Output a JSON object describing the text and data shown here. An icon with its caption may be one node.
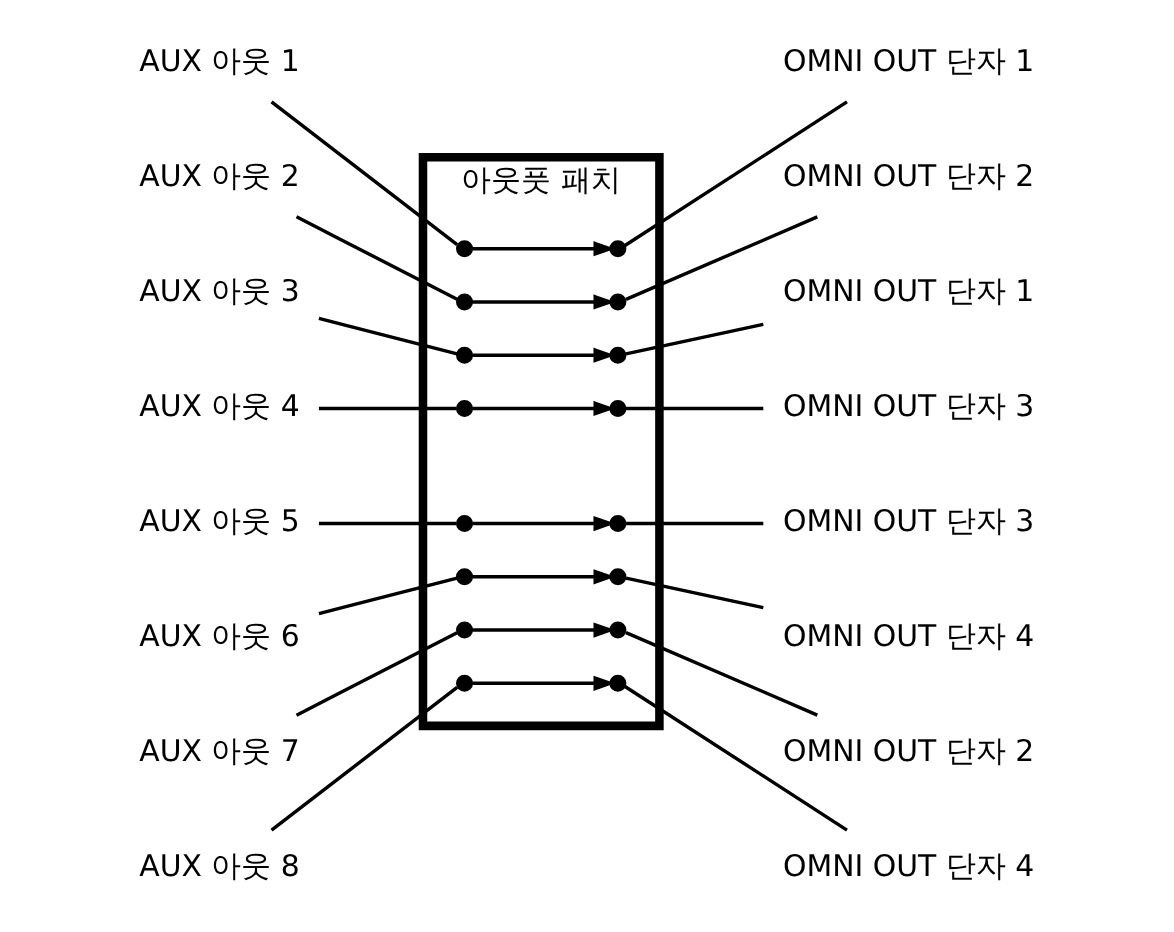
{
  "diagram": {
    "nodes": [
      {
        "text": [
          "아웃풋 패치"
        ]
      },
      {
        "text": [
          "AUX 아웃 1"
        ]
      },
      {
        "text": [],
        "shape": "circle",
        "in": 0
      },
      {
        "text": [],
        "shape": "circle",
        "in": 0
      },
      {
        "text": [
          "OMNI OUT 단자 1"
        ]
      },
      {
        "text": [
          "AUX 아웃 2"
        ]
      },
      {
        "text": [],
        "shape": "circle",
        "in": 0
      },
      {
        "text": [],
        "shape": "circle",
        "in": 0
      },
      {
        "text": [
          "OMNI OUT 단자 2"
        ]
      },
      {
        "text": [
          "AUX 아웃 3"
        ]
      },
      {
        "text": [],
        "shape": "circle",
        "in": 0
      },
      {
        "text": [],
        "shape": "circle",
        "in": 0
      },
      {
        "text": [
          "OMNI OUT 단자 3"
        ]
      },
      {
        "text": [
          "AUX 아웃 4"
        ]
      },
      {
        "text": [],
        "shape": "circle",
        "in": 0
      },
      {
        "text": [],
        "shape": "circle",
        "in": 0
      },
      {
        "text": [
          "OMNI OUT 단자 4"
        ]
      },
      {
        "text": [
          "AUX 아웃 5"
        ]
      },
      {
        "text": [],
        "shape": "circle",
        "in": 0
      },
      {
        "text": [],
        "shape": "circle",
        "in": 0
      },
      {
        "text": [
          "OMNI OUT 단자 1"
        ]
      },
      {
        "text": [
          "AUX 아웃 6"
        ]
      },
      {
        "text": [],
        "shape": "circle",
        "in": 0
      },
      {
        "text": [],
        "shape": "circle",
        "in": 0
      },
      {
        "text": [
          "OMNI OUT 단자 2"
        ]
      },
      {
        "text": [
          "AUX 아웃 7"
        ]
      },
      {
        "text": [],
        "shape": "circle",
        "in": 0
      },
      {
        "text": [],
        "shape": "circle",
        "in": 0
      },
      {
        "text": [
          "OMNI OUT 단자 3"
        ]
      },
      {
        "text": [
          "AUX 아웃 8"
        ]
      },
      {
        "text": [],
        "shape": "circle",
        "in": 0
      },
      {
        "text": [],
        "shape": "circle",
        "in": 0
      },
      {
        "text": [
          "OMNI OUT 단자 4"
        ]
      }
    ],
    "edges": [
      {
        "from": 1,
        "to": 2,
        "arrow": "none"
      },
      {
        "from": 5,
        "to": 6,
        "arrow": "none"
      },
      {
        "from": 9,
        "to": 10,
        "arrow": "none"
      },
      {
        "from": 13,
        "to": 14,
        "arrow": "none"
      },
      {
        "from": 17,
        "to": 18,
        "arrow": "none"
      },
      {
        "from": 21,
        "to": 22,
        "arrow": "none"
      },
      {
        "from": 25,
        "to": 26,
        "arrow": "none"
      },
      {
        "from": 29,
        "to": 30,
        "arrow": "none"
      },
      {
        "from": 2,
        "to": 3,
        "arrow": "to"
      },
      {
        "from": 6,
        "to": 7,
        "arrow": "to"
      },
      {
        "from": 10,
        "to": 19,
        "arrow": "to"
      },
      {
        "from": 14,
        "to": 27,
        "arrow": "to"
      },
      {
        "from": 18,
        "to": 11,
        "arrow": "to"
      },
      {
        "from": 22,
        "to": 15,
        "arrow": "to"
      },
      {
        "from": 26,
        "to": 23,
        "arrow": "to"
      },
      {
        "from": 30,
        "to": 31,
        "arrow": "to"
      },
      {
        "from": 3,
        "to": 4,
        "arrow": "none"
      },
      {
        "from": 7,
        "to": 8,
        "arrow": "none"
      },
      {
        "from": 11,
        "to": 12,
        "arrow": "none"
      },
      {
        "from": 15,
        "to": 16,
        "arrow": "none"
      },
      {
        "from": 19,
        "to": 20,
        "arrow": "none"
      },
      {
        "from": 23,
        "to": 24,
        "arrow": "none"
      },
      {
        "from": 27,
        "to": 28,
        "arrow": "none"
      },
      {
        "from": 31,
        "to": 32,
        "arrow": "none"
      }
    ]
  }
}
